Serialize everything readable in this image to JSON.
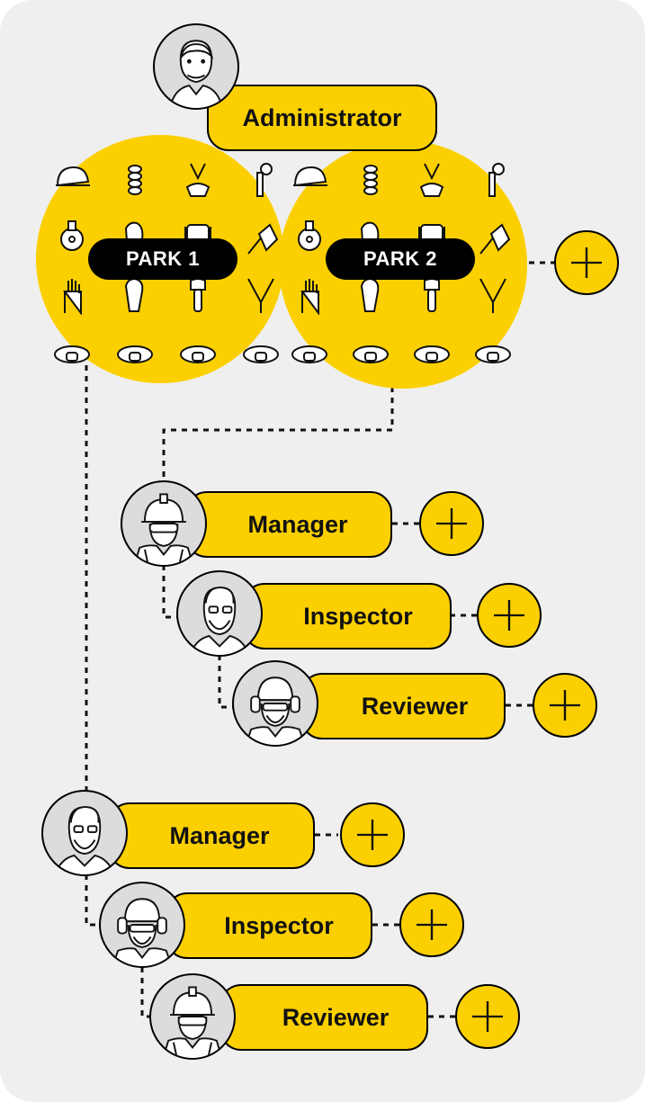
{
  "administrator": {
    "label": "Administrator",
    "avatar_icon": "administrator-avatar-icon"
  },
  "parks": [
    {
      "label": "PARK 1"
    },
    {
      "label": "PARK 2"
    }
  ],
  "equipment_icons": [
    "helmet-icon",
    "rope-icon",
    "harness-icon",
    "anchor-bolt-icon",
    "pulley-icon",
    "ascender-icon",
    "seat-harness-icon",
    "belay-device-icon",
    "glove-icon",
    "carabiner-icon",
    "quickdraw-icon",
    "lanyard-icon",
    "headlamp-icon",
    "headlamp-icon",
    "headlamp-icon",
    "headlamp-icon"
  ],
  "park2_team": [
    {
      "role": "Manager",
      "avatar_icon": "worker-helmet-avatar-icon"
    },
    {
      "role": "Inspector",
      "avatar_icon": "bearded-man-avatar-icon"
    },
    {
      "role": "Reviewer",
      "avatar_icon": "worker-earmuffs-avatar-icon"
    }
  ],
  "park1_team": [
    {
      "role": "Manager",
      "avatar_icon": "bearded-man-avatar-icon"
    },
    {
      "role": "Inspector",
      "avatar_icon": "worker-earmuffs-avatar-icon"
    },
    {
      "role": "Reviewer",
      "avatar_icon": "worker-helmet-avatar-icon"
    }
  ],
  "add_icon": "plus-icon",
  "colors": {
    "accent": "#fcd000",
    "background": "#efefef",
    "outline": "#000000"
  }
}
